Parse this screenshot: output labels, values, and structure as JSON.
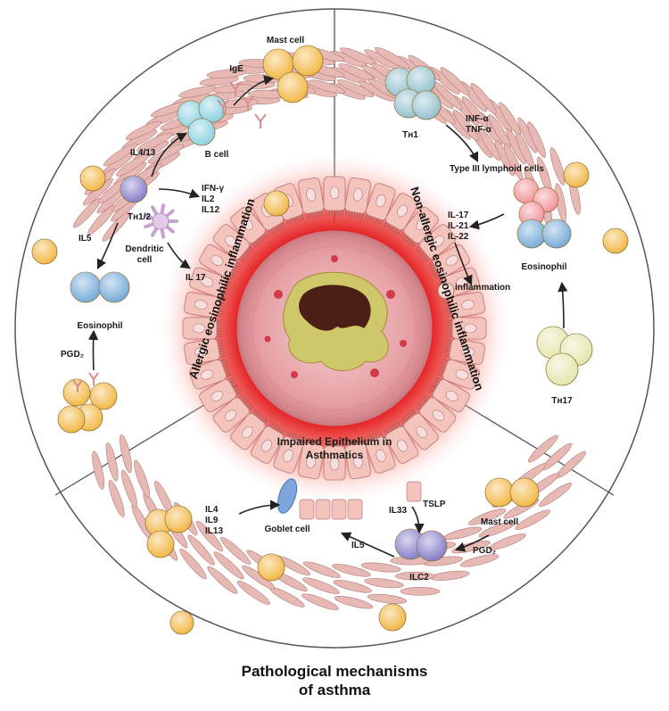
{
  "diagram": {
    "sectors": {
      "allergic": "Allergic eosinophilic inflammation",
      "non_allergic": "Non-allergic eosinophilic inflammation",
      "epithelium": [
        "Impaired Epithelium in",
        "Asthmatics"
      ]
    },
    "allergic_labels": {
      "mast_cell": "Mast cell",
      "ige": "IgE",
      "il4_13": "IL4/13",
      "b_cell": "B cell",
      "th12": "Tн1/2",
      "cytokines": [
        "IFN-γ",
        "IL2",
        "IL12"
      ],
      "dendritic_cell": [
        "Dendritic",
        "cell"
      ],
      "il5": "IL5",
      "il17": "IL 17",
      "eosinophil": "Eosinophil",
      "pgd2": "PGD₂"
    },
    "non_allergic_labels": {
      "th1": "Tн1",
      "cytokines": [
        "INF-α",
        "TNF-α"
      ],
      "type3": "Type III lymphoid cells",
      "il_list": [
        "IL-17",
        "IL-21",
        "IL-22"
      ],
      "eosinophil": "Eosinophil",
      "inflammation": "inflammation",
      "th17": "Tн17"
    },
    "epithelium_labels": {
      "il_list": [
        "IL4",
        "IL9",
        "IL13"
      ],
      "goblet_cell": "Goblet cell",
      "il33": "IL33",
      "tslp": "TSLP",
      "mast_cell": "Mast cell",
      "il5": "IL5",
      "pgd2": "PGD₂",
      "ilc2": "ILC2"
    },
    "footer_title": [
      "Pathological mechanisms",
      "of asthma"
    ]
  },
  "colors": {
    "mast_cell": "#f2b43c",
    "b_cell": "#86cfe0",
    "th12": "#7f78c8",
    "th1": "#8fbfcc",
    "th17": "#e2e6a8",
    "eosinophil": "#6fa7d6",
    "goblet": "#7fa6dc",
    "smooth_muscle": "#e7b9b4",
    "epithelium": "#f4c3bb",
    "glow": "#e41a1c",
    "airway": "#e7a7ab",
    "lumen": "#4b1f16"
  }
}
